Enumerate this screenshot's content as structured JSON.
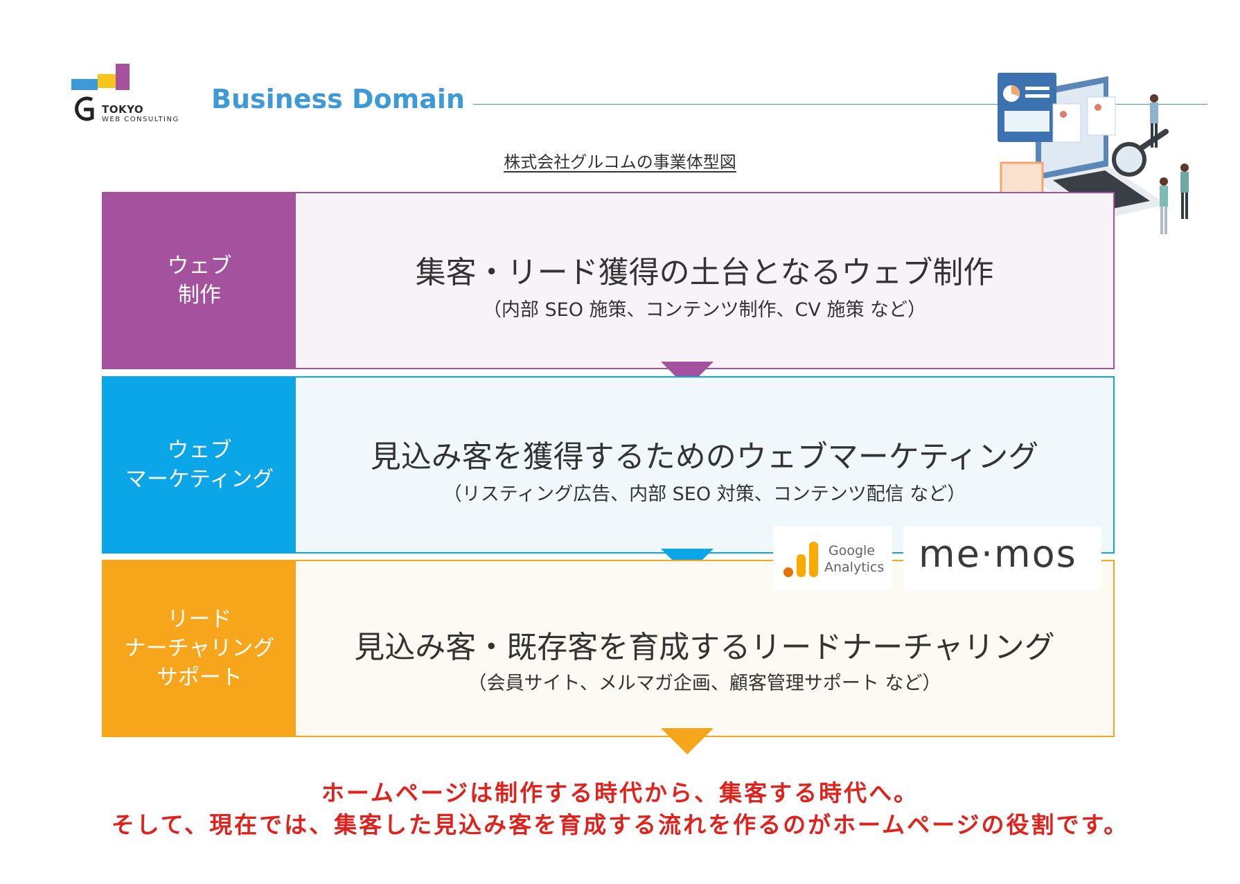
{
  "header": {
    "logo_name": "TOKYO",
    "logo_sub": "WEB CONSULTING",
    "title": "Business Domain",
    "caption": "株式会社グルコムの事業体型図"
  },
  "rows": [
    {
      "label": "ウェブ\n制作",
      "title": "集客・リード獲得の土台となるウェブ制作",
      "subtitle": "（内部 SEO 施策、コンテンツ制作、CV 施策 など）",
      "color": "#a4519e"
    },
    {
      "label": "ウェブ\nマーケティング",
      "title": "見込み客を獲得するためのウェブマーケティング",
      "subtitle": "（リスティング広告、内部 SEO 対策、コンテンツ配信 など）",
      "color": "#0aa6e8"
    },
    {
      "label": "リード\nナーチャリング\nサポート",
      "title": "見込み客・既存客を育成するリードナーチャリング",
      "subtitle": "（会員サイト、メルマガ企画、顧客管理サポート など）",
      "color": "#f7a61c"
    }
  ],
  "logos": {
    "google_analytics": {
      "line1": "Google",
      "line2": "Analytics"
    },
    "memos": "me·mos"
  },
  "conclusion": {
    "line1": "ホームページは制作する時代から、集客する時代へ。",
    "line2": "そして、現在では、集客した見込み客を育成する流れを作るのがホームページの役割です。",
    "color": "#e0211c"
  }
}
